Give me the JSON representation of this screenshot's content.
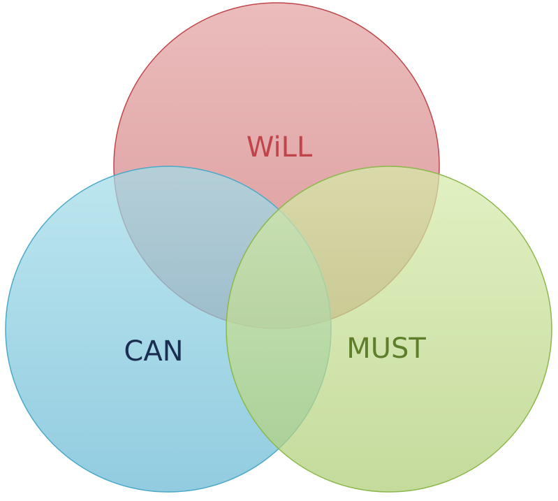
{
  "diagram": {
    "type": "venn",
    "sets": [
      {
        "id": "will",
        "label": "WiLL",
        "color": "#c0454a"
      },
      {
        "id": "can",
        "label": "CAN",
        "color": "#1b2e52"
      },
      {
        "id": "must",
        "label": "MUST",
        "color": "#5e7e2a"
      }
    ]
  }
}
